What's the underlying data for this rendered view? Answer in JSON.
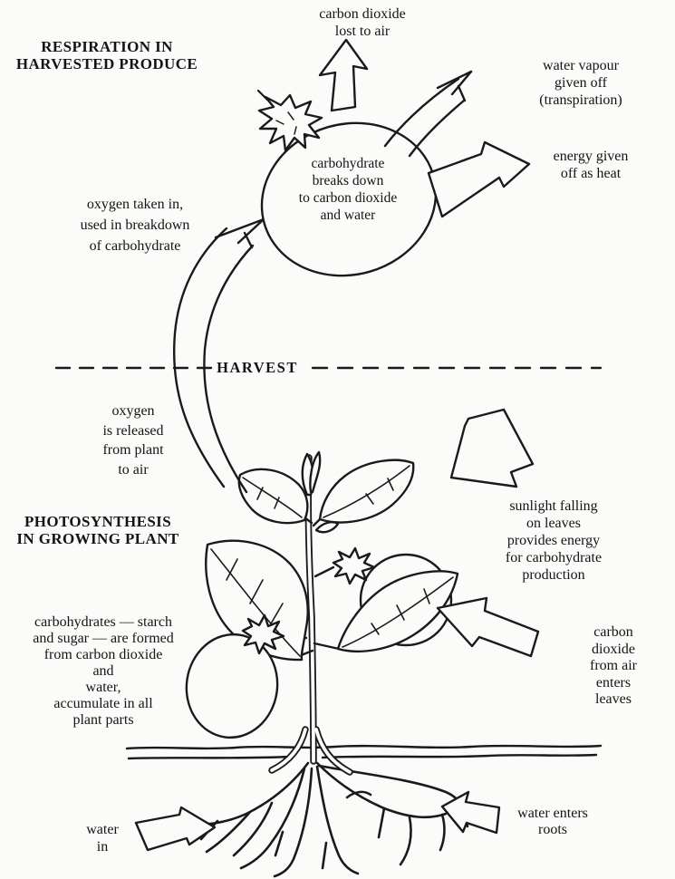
{
  "diagram": {
    "section_top_title": [
      "RESPIRATION IN",
      "HARVESTED PRODUCE"
    ],
    "section_bottom_title": [
      "PHOTOSYNTHESIS",
      "IN GROWING PLANT"
    ],
    "divider_label": "HARVEST",
    "labels": {
      "co2_lost": [
        "carbon dioxide",
        "lost to air"
      ],
      "water_vapour": [
        "water vapour given off",
        "(transpiration)"
      ],
      "energy_heat": [
        "energy given",
        "off as heat"
      ],
      "carbohydrate_breakdown": [
        "carbohydrate",
        "breaks down",
        "to carbon dioxide",
        "and water"
      ],
      "oxygen_taken_in": [
        "oxygen taken in,",
        "used in breakdown",
        "of carbohydrate"
      ],
      "oxygen_released": [
        "oxygen",
        "is released",
        "from plant",
        "to air"
      ],
      "sunlight": [
        "sunlight falling",
        "on leaves",
        "provides energy",
        "for carbohydrate production"
      ],
      "carbohydrates_formed": [
        "carbohydrates — starch",
        "and sugar — are formed",
        "from carbon dioxide",
        "and",
        "water,",
        "accumulate in all",
        "plant parts"
      ],
      "co2_from_air": [
        "carbon dioxide",
        "from air",
        "enters leaves"
      ],
      "water_in": [
        "water",
        "in"
      ],
      "water_enters_roots": [
        "water enters",
        "roots"
      ]
    },
    "colors": {
      "ink": "#1a1a1a",
      "paper": "#fbfbf9"
    }
  }
}
